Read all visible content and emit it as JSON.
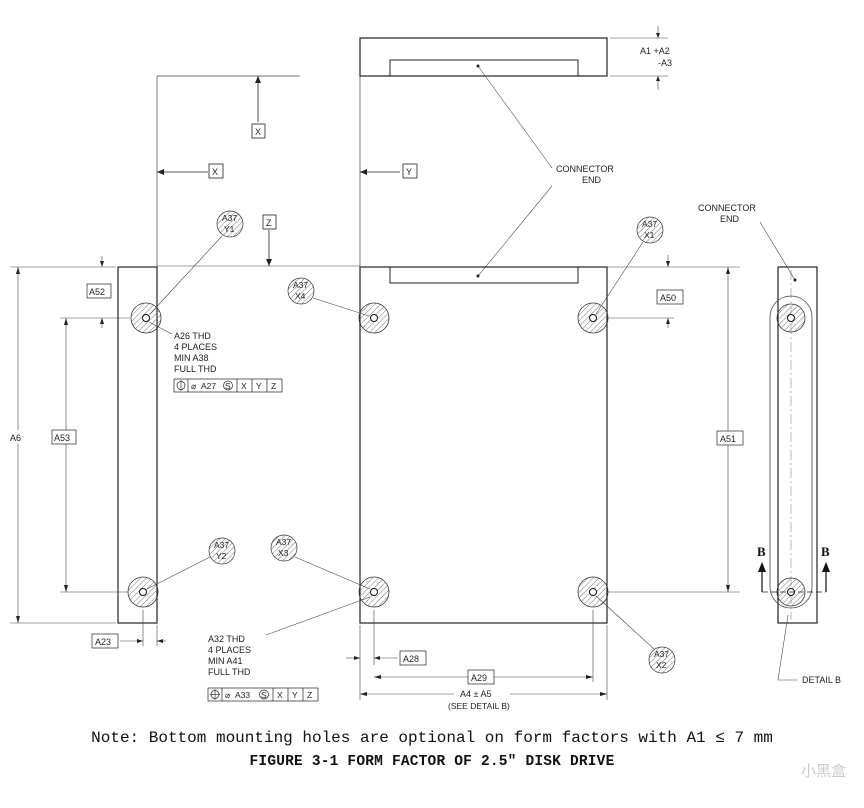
{
  "datums": {
    "x": "X",
    "y": "Y",
    "z": "Z"
  },
  "top_view": {
    "height_label_1": "A1 +A2",
    "height_label_2": "-A3"
  },
  "connector_callout": {
    "line1": "CONNECTOR",
    "line2": "END"
  },
  "side_connector_callout": {
    "line1": "CONNECTOR",
    "line2": "END"
  },
  "callouts": {
    "y1": {
      "top": "A37",
      "bottom": "Y1"
    },
    "y2": {
      "top": "A37",
      "bottom": "Y2"
    },
    "x1": {
      "top": "A37",
      "bottom": "X1"
    },
    "x2": {
      "top": "A37",
      "bottom": "X2"
    },
    "x3": {
      "top": "A37",
      "bottom": "X3"
    },
    "x4": {
      "top": "A37",
      "bottom": "X4"
    }
  },
  "thread_note_top": {
    "lines": [
      "A26 THD",
      "4 PLACES",
      "MIN A38",
      "FULL THD"
    ],
    "fcf": {
      "value": "A27",
      "modifier": "S",
      "datums": [
        "X",
        "Y",
        "Z"
      ]
    }
  },
  "thread_note_bottom": {
    "lines": [
      "A32 THD",
      "4 PLACES",
      "MIN A41",
      "FULL THD"
    ],
    "fcf": {
      "value": "A33",
      "modifier": "S",
      "datums": [
        "X",
        "Y",
        "Z"
      ]
    }
  },
  "dimensions": {
    "a52": "A52",
    "a6": "A6",
    "a53": "A53",
    "a23": "A23",
    "a50": "A50",
    "a51": "A51",
    "a28": "A28",
    "a29": "A29",
    "a4": "A4 ± A5",
    "see_detail": "(SEE DETAIL B)"
  },
  "section": {
    "left": "B",
    "right": "B"
  },
  "detail_label": "DETAIL B",
  "note": "Note: Bottom mounting holes are optional on form factors with A1 ≤ 7 mm",
  "caption": "FIGURE 3-1 FORM FACTOR OF 2.5\" DISK DRIVE",
  "watermark": "小黑盒"
}
